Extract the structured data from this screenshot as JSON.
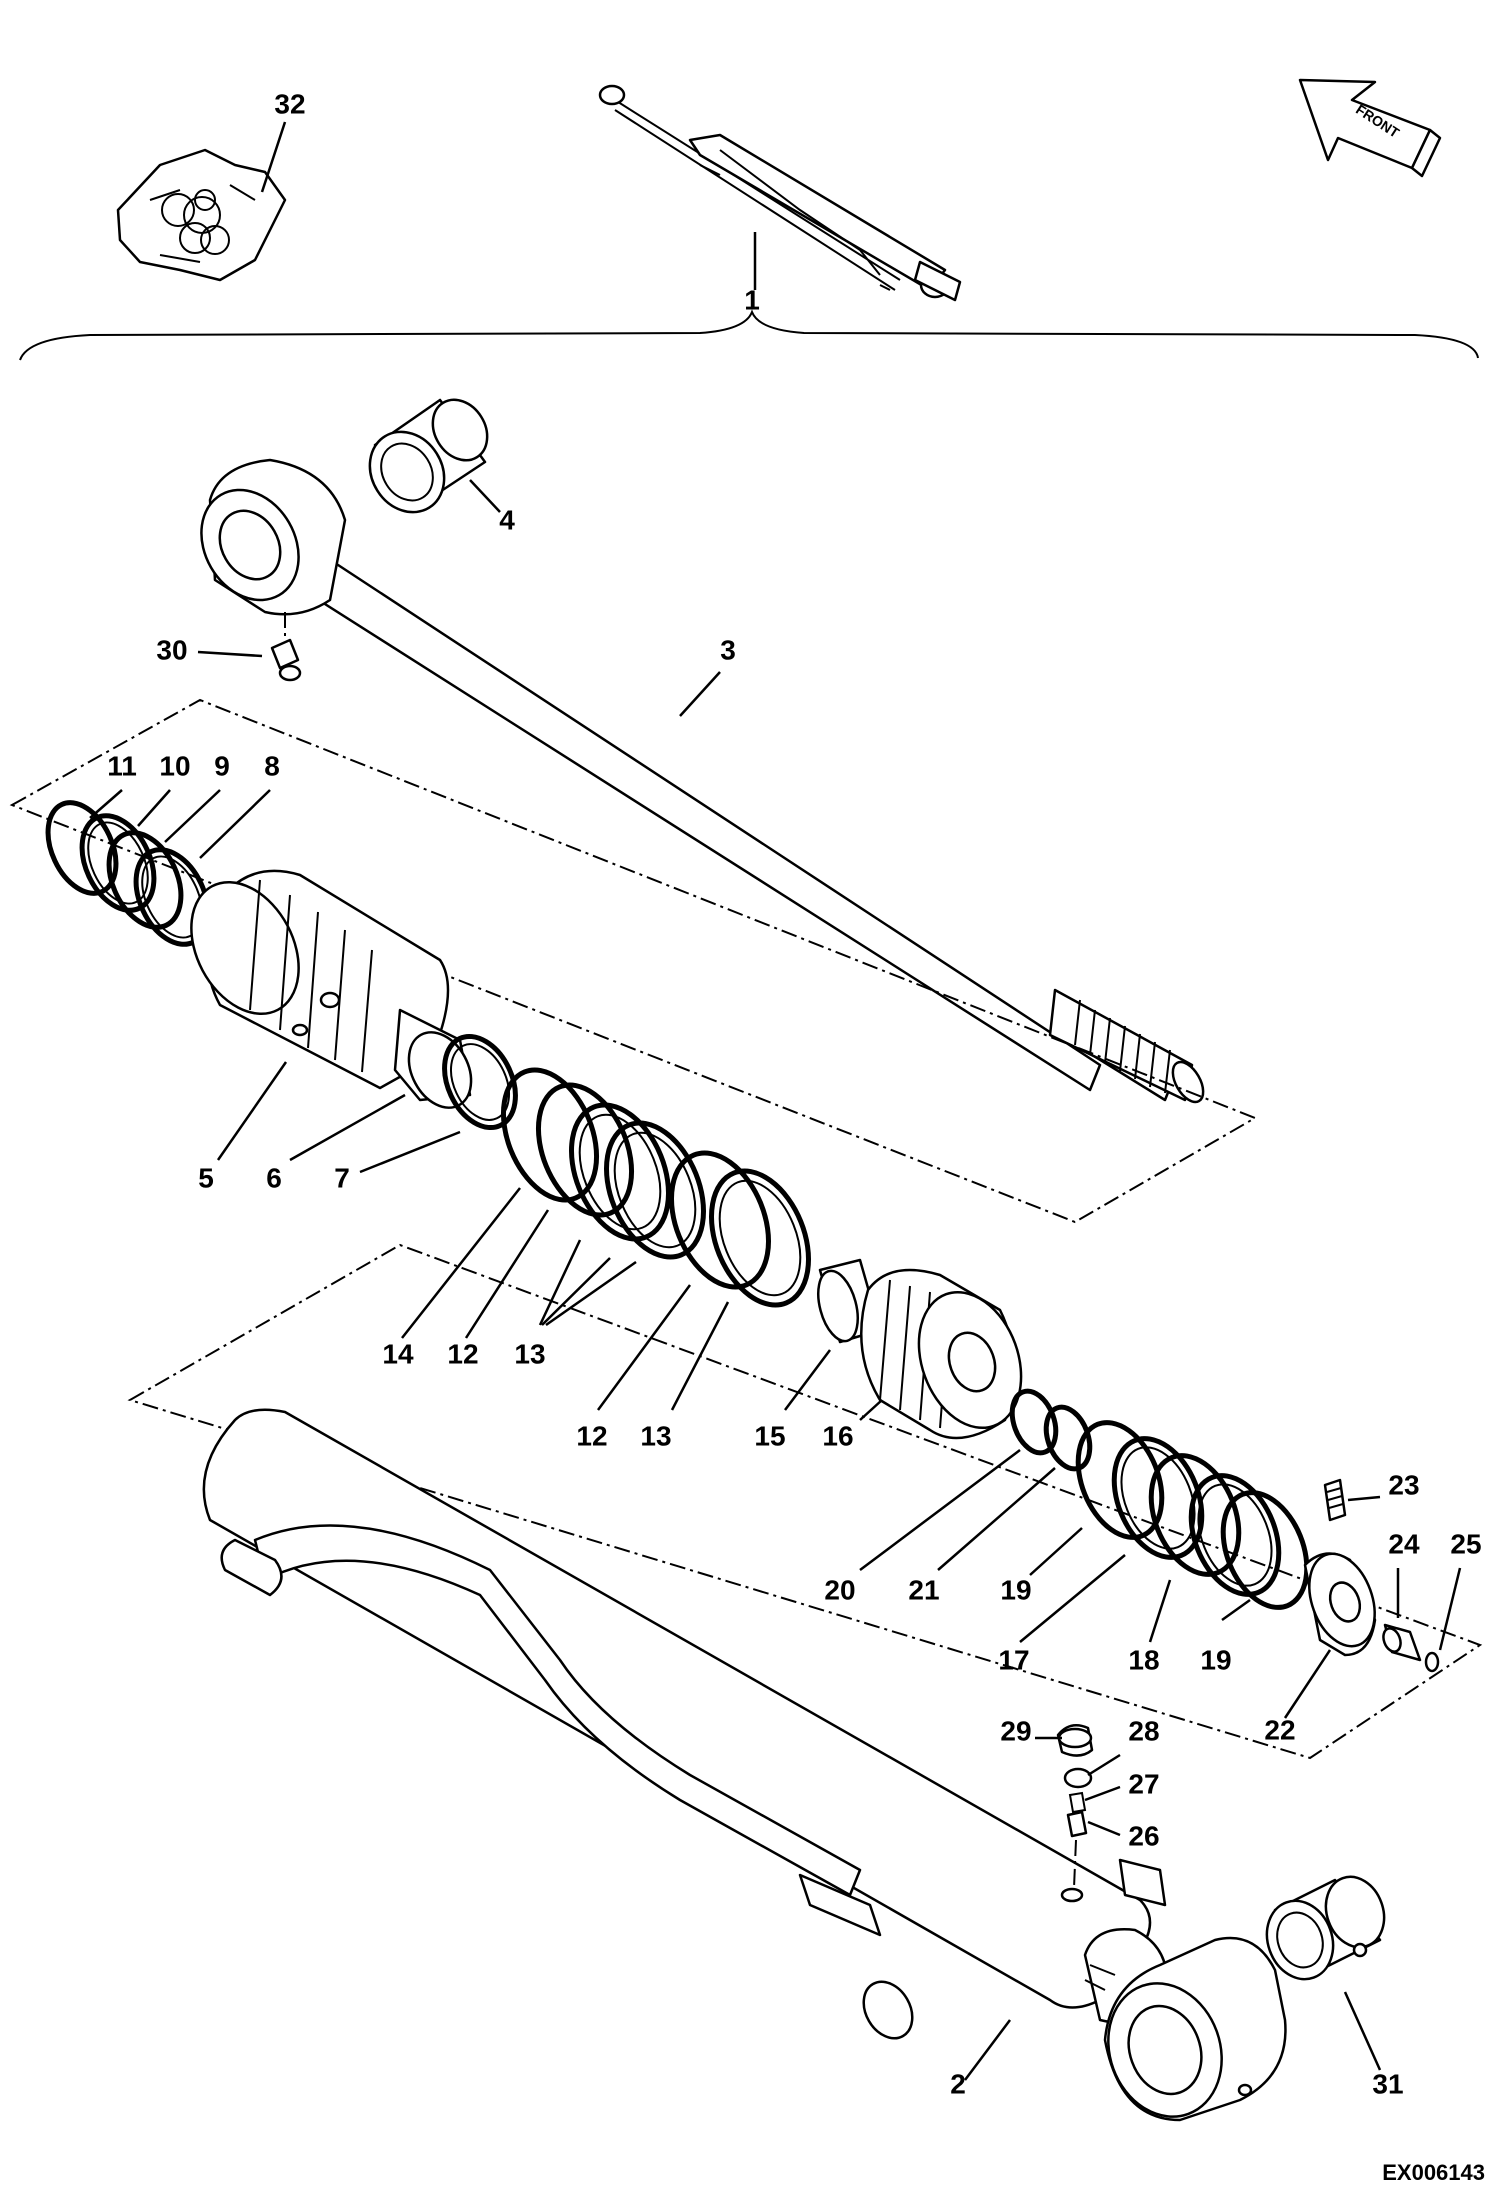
{
  "diagram": {
    "drawing_id": "EX006143",
    "front_label": "FRONT",
    "callouts": [
      {
        "key": "c32",
        "label": "32"
      },
      {
        "key": "c1",
        "label": "1"
      },
      {
        "key": "c4",
        "label": "4"
      },
      {
        "key": "c30",
        "label": "30"
      },
      {
        "key": "c3",
        "label": "3"
      },
      {
        "key": "c11",
        "label": "11"
      },
      {
        "key": "c10",
        "label": "10"
      },
      {
        "key": "c9",
        "label": "9"
      },
      {
        "key": "c8",
        "label": "8"
      },
      {
        "key": "c5",
        "label": "5"
      },
      {
        "key": "c6",
        "label": "6"
      },
      {
        "key": "c7",
        "label": "7"
      },
      {
        "key": "c14",
        "label": "14"
      },
      {
        "key": "c12a",
        "label": "12"
      },
      {
        "key": "c13a",
        "label": "13"
      },
      {
        "key": "c12b",
        "label": "12"
      },
      {
        "key": "c13b",
        "label": "13"
      },
      {
        "key": "c15",
        "label": "15"
      },
      {
        "key": "c16",
        "label": "16"
      },
      {
        "key": "c23",
        "label": "23"
      },
      {
        "key": "c24",
        "label": "24"
      },
      {
        "key": "c25",
        "label": "25"
      },
      {
        "key": "c20",
        "label": "20"
      },
      {
        "key": "c21",
        "label": "21"
      },
      {
        "key": "c19a",
        "label": "19"
      },
      {
        "key": "c17",
        "label": "17"
      },
      {
        "key": "c18",
        "label": "18"
      },
      {
        "key": "c19b",
        "label": "19"
      },
      {
        "key": "c22",
        "label": "22"
      },
      {
        "key": "c29",
        "label": "29"
      },
      {
        "key": "c28",
        "label": "28"
      },
      {
        "key": "c27",
        "label": "27"
      },
      {
        "key": "c26",
        "label": "26"
      },
      {
        "key": "c2",
        "label": "2"
      },
      {
        "key": "c31",
        "label": "31"
      }
    ]
  }
}
